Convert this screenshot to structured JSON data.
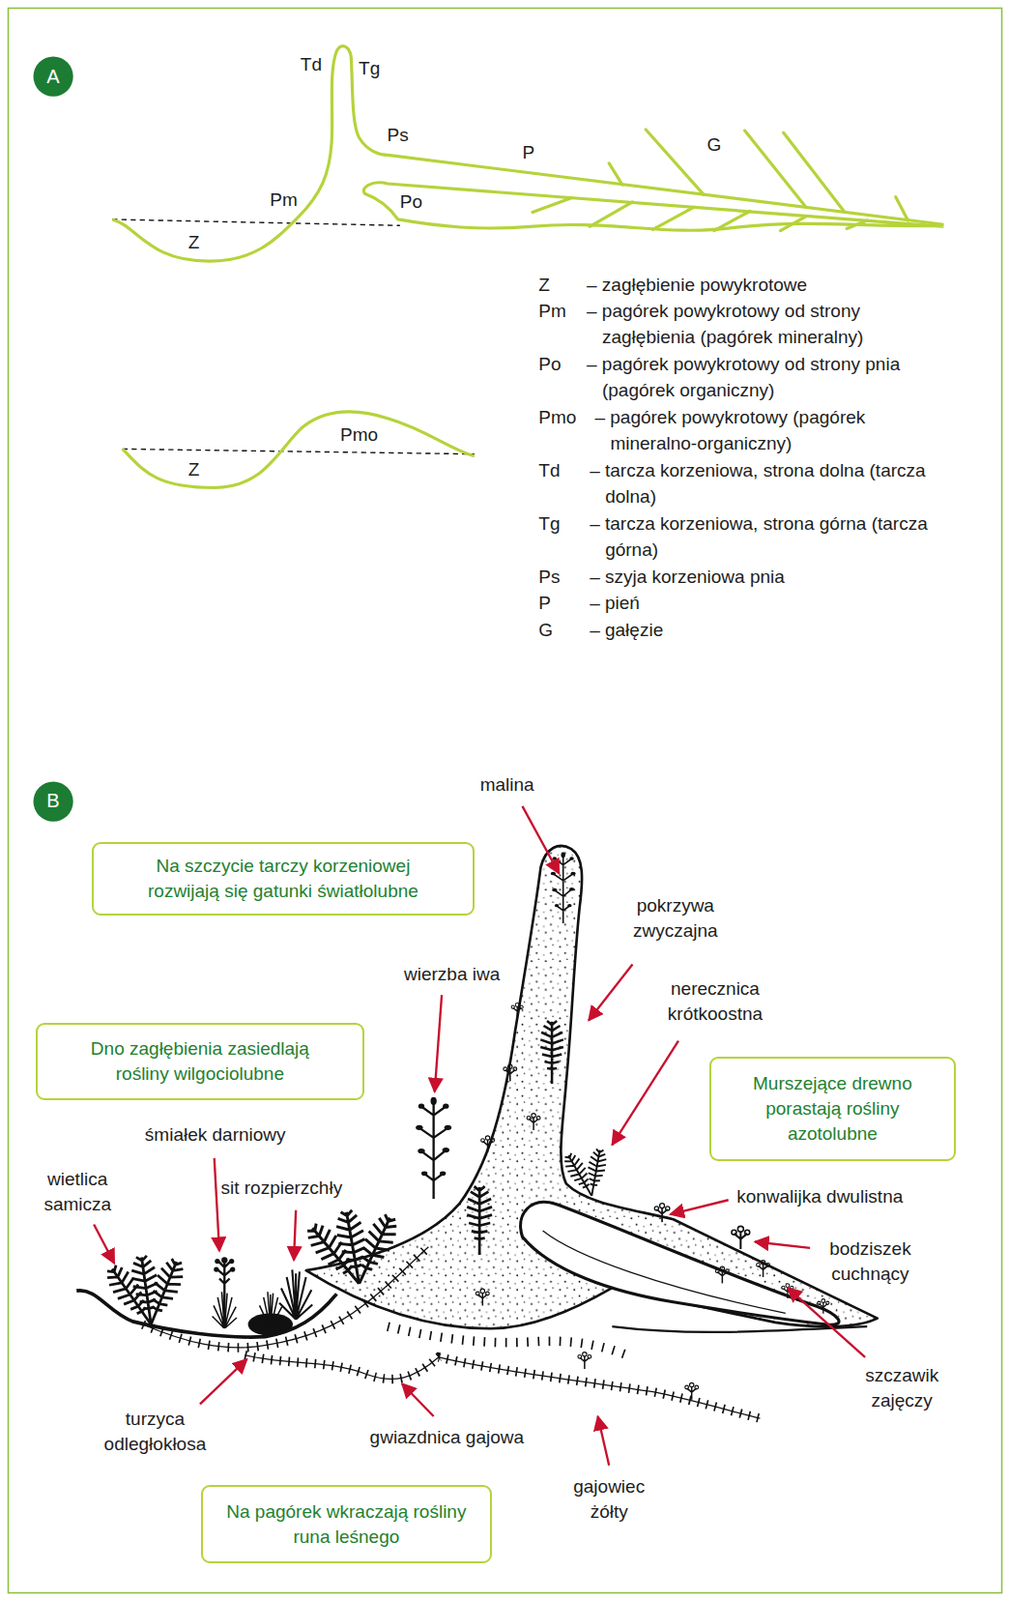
{
  "diagram": {
    "nodes": [
      {
        "text": [
          "A"
        ]
      },
      {
        "text": [
          "B"
        ]
      },
      {
        "text": [
          "Na szczycie tarczy korzeniowej rozwijają się gatunki światłolubne"
        ]
      },
      {
        "text": [
          "Dno zagłębienia zasiedlają rośliny wilgociolubne"
        ]
      },
      {
        "text": [
          "Murszejące drewno porastają rośliny azotolubne"
        ]
      },
      {
        "text": [
          "Na pagórek wkraczają rośliny runa leśnego"
        ]
      }
    ],
    "labels": [
      "Td",
      "Tg",
      "Ps",
      "P",
      "G",
      "Pm",
      "Po",
      "Z",
      "Pmo",
      "Z",
      "Z",
      "– zagłębienie powykrotowe",
      "Pm",
      "– pagórek powykrotowy od strony zagłębienia (pagórek mineralny)",
      "Po",
      "– pagórek powykrotowy od strony pnia (pagórek organiczny)",
      "Pmo",
      "– pagórek powykrotowy (pagórek mineralno-organiczny)",
      "Td",
      "– tarcza korzeniowa, strona dolna (tarcza dolna)",
      "Tg",
      "– tarcza korzeniowa, strona górna (tarcza górna)",
      "Ps",
      "– szyja korzeniowa pnia",
      "P",
      "– pień",
      "G",
      "– gałęzie",
      "malina",
      "pokrzywa zwyczajna",
      "wierzba iwa",
      "nerecznica krótkoostna",
      "śmiałek darniowy",
      "wietlica samicza",
      "sit rozpierzchły",
      "konwalijka dwulistna",
      "bodziszek cuchnący",
      "szczawik zajęczy",
      "turzyca odległokłosa",
      "gwiazdnica gajowa",
      "gajowiec żółty"
    ]
  }
}
